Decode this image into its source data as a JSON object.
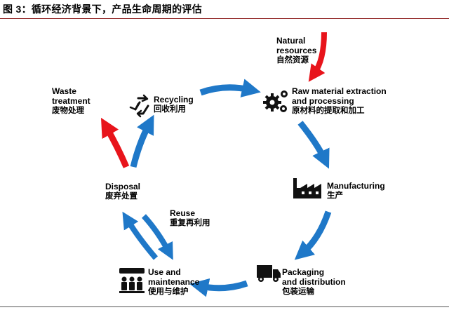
{
  "title": "图 3：循环经济背景下，产品生命周期的评估",
  "colors": {
    "cycle_arrow": "#1f78c8",
    "linear_arrow": "#e8141b",
    "icon": "#111111"
  },
  "stages": {
    "natural_resources": {
      "en1": "Natural",
      "en2": "resources",
      "zh": "自然资源",
      "icon": "none"
    },
    "raw_material": {
      "en1": "Raw material extraction",
      "en2": "and processing",
      "zh": "原材料的提取和加工",
      "icon": "gears-icon"
    },
    "manufacturing": {
      "en1": "Manufacturing",
      "zh": "生产",
      "icon": "factory-icon"
    },
    "packaging": {
      "en1": "Packaging",
      "en2": "and distribution",
      "zh": "包装运输",
      "icon": "truck-icon"
    },
    "use": {
      "en1": "Use and",
      "en2": "maintenance",
      "zh": "使用与维护",
      "icon": "people-icon"
    },
    "reuse": {
      "en1": "Reuse",
      "zh": "重复再利用",
      "icon": "none"
    },
    "disposal": {
      "en1": "Disposal",
      "zh": "废弃处置",
      "icon": "none"
    },
    "recycling": {
      "en1": "Recycling",
      "zh": "回收利用",
      "icon": "recycle-icon"
    },
    "waste": {
      "en1": "Waste",
      "en2": "treatment",
      "zh": "废物处理",
      "icon": "none"
    }
  }
}
